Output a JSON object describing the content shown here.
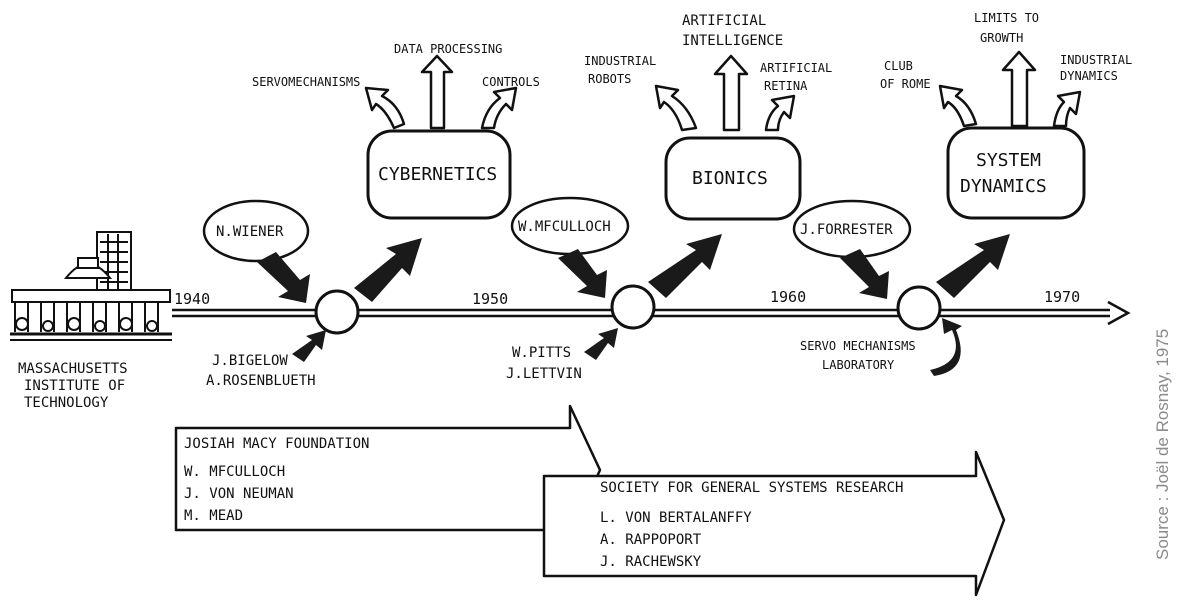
{
  "institution": {
    "line1": "MASSACHUSETTS",
    "line2": "INSTITUTE OF",
    "line3": "TECHNOLOGY"
  },
  "years": [
    "1940",
    "1950",
    "1960",
    "1970"
  ],
  "people_bubbles": [
    "N.WIENER",
    "W.MFCULLOCH",
    "J.FORRESTER"
  ],
  "contributors": {
    "cybernetics": [
      "J.BIGELOW",
      "A.ROSENBLUETH"
    ],
    "bionics": [
      "W.PITTS",
      "J.LETTVIN"
    ],
    "system_dynamics": [
      "SERVO MECHANISMS",
      "LABORATORY"
    ]
  },
  "fields": [
    "CYBERNETICS",
    "BIONICS",
    "SYSTEM",
    "DYNAMICS"
  ],
  "outputs": {
    "cybernetics": [
      "SERVOMECHANISMS",
      "DATA PROCESSING",
      "CONTROLS"
    ],
    "bionics": {
      "left": [
        "INDUSTRIAL",
        "ROBOTS"
      ],
      "center": [
        "ARTIFICIAL",
        "INTELLIGENCE"
      ],
      "right": [
        "ARTIFICIAL",
        "RETINA"
      ]
    },
    "system_dynamics": {
      "left": [
        "CLUB",
        "OF ROME"
      ],
      "center": [
        "LIMITS TO",
        "GROWTH"
      ],
      "right": [
        "INDUSTRIAL",
        "DYNAMICS"
      ]
    }
  },
  "foundations": {
    "macy": {
      "title": "JOSIAH MACY FOUNDATION",
      "members": [
        "W. MFCULLOCH",
        "J. VON NEUMAN",
        "M. MEAD"
      ]
    },
    "sgsr": {
      "title": "SOCIETY FOR GENERAL SYSTEMS RESEARCH",
      "members": [
        "L. VON BERTALANFFY",
        "A. RAPPOPORT",
        "J. RACHEWSKY"
      ]
    }
  },
  "source": "Source : Joël de Rosnay, 1975"
}
